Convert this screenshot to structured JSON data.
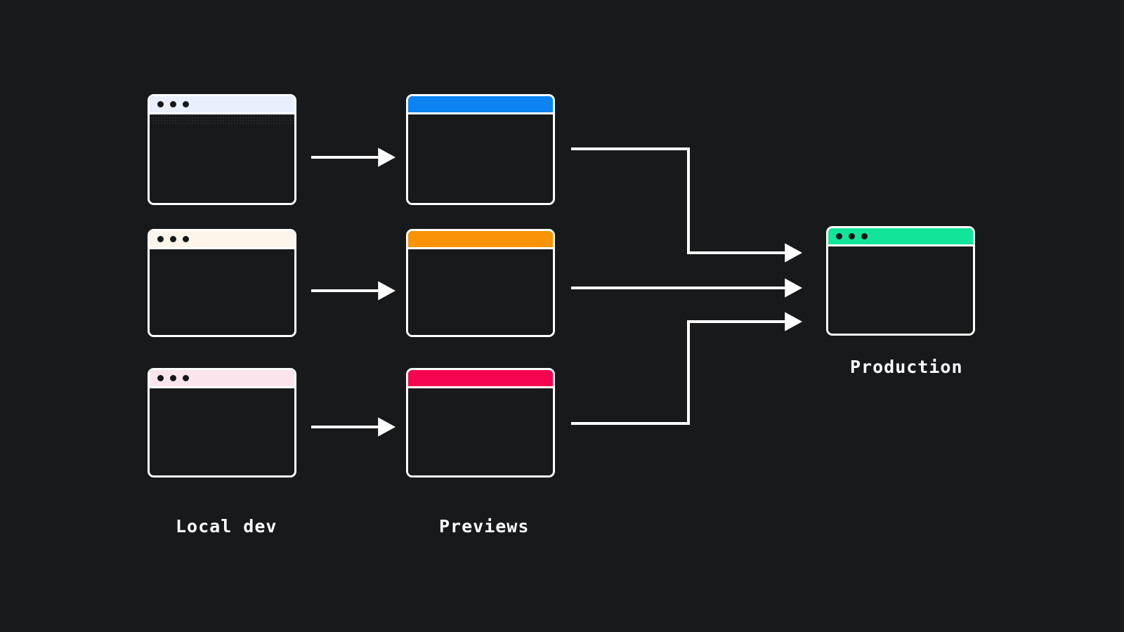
{
  "diagram": {
    "title": "Local dev to Previews to Production deployment flow",
    "background_color": "#17191b",
    "stroke_color": "#ffffff"
  },
  "columns": [
    {
      "key": "local_dev",
      "label": "Local dev"
    },
    {
      "key": "previews",
      "label": "Previews"
    },
    {
      "key": "production",
      "label": "Production"
    }
  ],
  "local_dev": {
    "label": "Local dev",
    "windows": [
      {
        "id": "local-dev-window-1",
        "titlebar_color": "#e9effc",
        "has_dots": true,
        "dot_color": "#15171a",
        "dot_count": 3,
        "has_content_texture": true
      },
      {
        "id": "local-dev-window-2",
        "titlebar_color": "#fdf4ea",
        "has_dots": true,
        "dot_color": "#15171a",
        "dot_count": 3,
        "has_content_texture": false
      },
      {
        "id": "local-dev-window-3",
        "titlebar_color": "#fbe4ec",
        "has_dots": true,
        "dot_color": "#15171a",
        "dot_count": 3,
        "has_content_texture": false
      }
    ]
  },
  "previews": {
    "label": "Previews",
    "windows": [
      {
        "id": "preview-window-1",
        "titlebar_color": "#0b83f0",
        "has_dots": false
      },
      {
        "id": "preview-window-2",
        "titlebar_color": "#f99406",
        "has_dots": false
      },
      {
        "id": "preview-window-3",
        "titlebar_color": "#f5044f",
        "has_dots": false
      }
    ]
  },
  "production": {
    "label": "Production",
    "window": {
      "id": "production-window",
      "titlebar_color": "#12e59a",
      "has_dots": true,
      "dot_color": "#15171a",
      "dot_count": 3
    }
  },
  "connectors": {
    "stroke_color": "#ffffff",
    "local_to_preview": [
      {
        "id": "arrow-local-1-to-preview-1",
        "kind": "straight"
      },
      {
        "id": "arrow-local-2-to-preview-2",
        "kind": "straight"
      },
      {
        "id": "arrow-local-3-to-preview-3",
        "kind": "straight"
      }
    ],
    "preview_to_production": [
      {
        "id": "arrow-preview-1-to-production",
        "kind": "elbow-down"
      },
      {
        "id": "arrow-preview-2-to-production",
        "kind": "straight"
      },
      {
        "id": "arrow-preview-3-to-production",
        "kind": "elbow-up"
      }
    ]
  }
}
